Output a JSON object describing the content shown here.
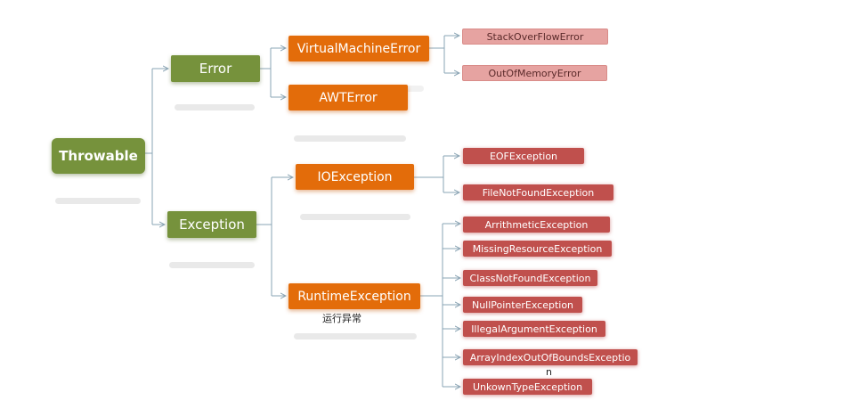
{
  "colors": {
    "root": "#76923c",
    "level1": "#76923c",
    "level2": "#e36c0a",
    "leaf_error": "#e6a3a1",
    "leaf_exception": "#c0504d",
    "line": "#8aa4b4"
  },
  "root": {
    "label": "Throwable"
  },
  "error": {
    "label": "Error",
    "children": [
      {
        "label": "VirtualMachineError",
        "children": [
          "StackOverFlowError",
          "OutOfMemoryError"
        ]
      },
      {
        "label": "AWTError",
        "children": []
      }
    ]
  },
  "exception": {
    "label": "Exception",
    "children": [
      {
        "label": "IOException",
        "children": [
          "EOFException",
          "FileNotFoundException"
        ]
      },
      {
        "label": "RuntimeException",
        "caption": "运行异常",
        "children": [
          "ArrithmeticException",
          "MissingResourceException",
          "ClassNotFoundException",
          "NullPointerException",
          "IllegalArgumentException",
          "ArrayIndexOutOfBoundsExceptio",
          "UnkownTypeException"
        ],
        "wrap_tail": "n"
      }
    ]
  }
}
